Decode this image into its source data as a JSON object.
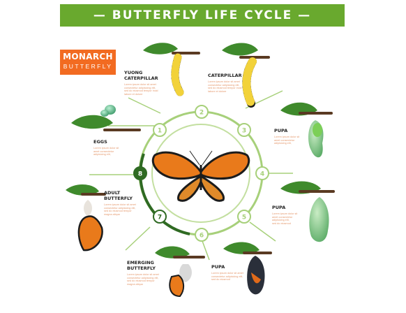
{
  "header": {
    "title": "— BUTTERFLY LIFE CYCLE —"
  },
  "brand": {
    "line1": "MONARCH",
    "line2": "BUTTERFLY"
  },
  "colors": {
    "banner": "#69a92e",
    "brand": "#f26b21",
    "ring": "#a7d07a",
    "ring_dark": "#2f6a23",
    "leaf": "#3f8a2c",
    "wing": "#e97a1b",
    "desc_text": "#e59a6f"
  },
  "stages": {
    "young_caterpillar": {
      "title_line1": "YUONG",
      "title_line2": "CATERPILLAR",
      "desc": [
        "Lorem ipsum dolor sit amet",
        "consectetur adipisicing elit,",
        "sed do eiusmod tempor incid",
        "labore et dolore"
      ]
    },
    "caterpillar": {
      "title": "CATERPILLAR",
      "desc": [
        "Lorem ipsum dolor sit amet",
        "consectetur adipisicing elit,",
        "sed do eiusmod tempor incid",
        "labore et dolore"
      ]
    },
    "eggs": {
      "title": "EGGS",
      "desc": [
        "Lorem ipsum dolor sit",
        "amet consectetur",
        "adipisicing elit,"
      ]
    },
    "pupa_1": {
      "title": "PUPA",
      "desc": [
        "Lorem ipsum dolor sit",
        "amet consectetur",
        "adipisicing elit,"
      ]
    },
    "adult_butterfly": {
      "title_line1": "ADULT",
      "title_line2": "BUTTERFLY",
      "desc": [
        "Lorem ipsum dolor sit amet",
        "consectetur adipisicing elit,",
        "sed do eiusmod tempor",
        "magna aliqua"
      ]
    },
    "pupa_2": {
      "title": "PUPA",
      "desc": [
        "Lorem ipsum dolor sit",
        "amet consectetur",
        "adipisicing elit,",
        "sed do eiusmod"
      ]
    },
    "emerging_butterfly": {
      "title_line1": "EMERGING",
      "title_line2": "BUTTERFLY",
      "desc": [
        "Lorem ipsum dolor sit amet",
        "consectetur adipisicing elit,",
        "sed do eiusmod tempor",
        "magna aliqua"
      ]
    },
    "pupa_3": {
      "title": "PUPA",
      "desc": [
        "Lorem ipsum dolor sit amet",
        "consectetur adipisicing elit,",
        "sed do eiusmod"
      ]
    }
  },
  "ring_numbers": [
    "1",
    "2",
    "3",
    "4",
    "5",
    "6",
    "7",
    "8"
  ]
}
